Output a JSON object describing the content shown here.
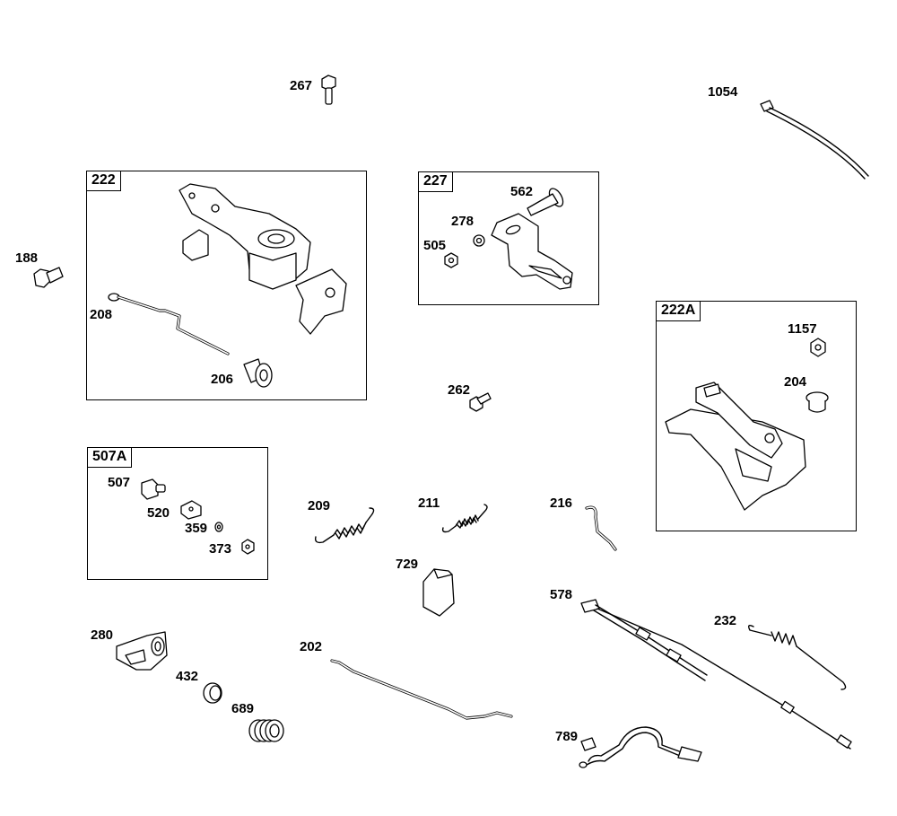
{
  "groups": {
    "g222": "222",
    "g227": "227",
    "g222a": "222A",
    "g507a": "507A"
  },
  "parts": {
    "p267": "267",
    "p1054": "1054",
    "p188": "188",
    "p208": "208",
    "p206": "206",
    "p562": "562",
    "p278": "278",
    "p505": "505",
    "p1157": "1157",
    "p204": "204",
    "p262": "262",
    "p507": "507",
    "p520": "520",
    "p359": "359",
    "p373": "373",
    "p209": "209",
    "p211": "211",
    "p216": "216",
    "p729": "729",
    "p578": "578",
    "p232": "232",
    "p280": "280",
    "p432": "432",
    "p689": "689",
    "p202": "202",
    "p789": "789"
  }
}
